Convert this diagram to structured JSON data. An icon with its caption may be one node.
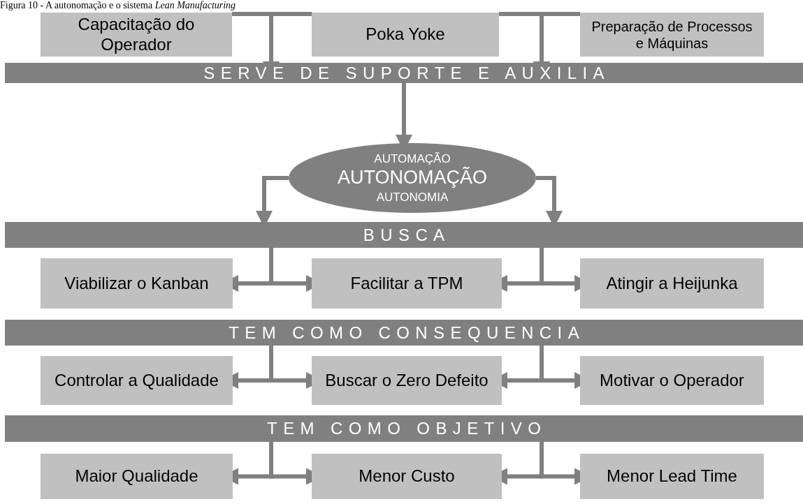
{
  "diagram": {
    "title": "Figura 10 - A autonomação e o sistema *Lean Manufacturing*",
    "nodes": [
      {
        "text": [
          "Capacitação do Operador"
        ]
      },
      {
        "text": [
          "Poka Yoke"
        ]
      },
      {
        "text": [
          "Preparação de Processos e Máquinas"
        ]
      },
      {
        "text": [
          "SERVE DE SUPORTE E AUXILIA"
        ]
      },
      {
        "text": [
          "AUTOMAÇÃO",
          "AUTONOMAÇÃO",
          "AUTONOMIA"
        ]
      },
      {
        "text": [
          "BUSCA"
        ]
      },
      {
        "text": [
          "Viabilizar o Kanban"
        ]
      },
      {
        "text": [
          "Facilitar a TPM"
        ]
      },
      {
        "text": [
          "Atingir a Heijunka"
        ]
      },
      {
        "text": [
          "TEM COMO CONSEQUENCIA"
        ]
      },
      {
        "text": [
          "Controlar a Qualidade"
        ]
      },
      {
        "text": [
          "Buscar o Zero Defeito"
        ]
      },
      {
        "text": [
          "Motivar o Operador"
        ]
      },
      {
        "text": [
          "TEM COMO OBJETIVO"
        ]
      },
      {
        "text": [
          "Maior Qualidade"
        ]
      },
      {
        "text": [
          "Menor Custo"
        ]
      },
      {
        "text": [
          "Menor Lead Time"
        ]
      }
    ],
    "edges": [
      {
        "from": 0,
        "to": 3,
        "arrow": "to"
      },
      {
        "from": 1,
        "to": 3,
        "arrow": "to"
      },
      {
        "from": 1,
        "to": 3,
        "arrow": "to"
      },
      {
        "from": 2,
        "to": 3,
        "arrow": "to"
      },
      {
        "from": 3,
        "to": 4,
        "arrow": "to"
      },
      {
        "from": 4,
        "to": 5,
        "arrow": "to"
      },
      {
        "from": 4,
        "to": 5,
        "arrow": "to"
      },
      {
        "from": 5,
        "to": 6,
        "arrow": "to"
      },
      {
        "from": 5,
        "to": 7,
        "arrow": "to"
      },
      {
        "from": 5,
        "to": 7,
        "arrow": "to"
      },
      {
        "from": 5,
        "to": 8,
        "arrow": "to"
      },
      {
        "from": 9,
        "to": 10,
        "arrow": "to"
      },
      {
        "from": 9,
        "to": 11,
        "arrow": "to"
      },
      {
        "from": 9,
        "to": 11,
        "arrow": "to"
      },
      {
        "from": 9,
        "to": 12,
        "arrow": "to"
      },
      {
        "from": 13,
        "to": 14,
        "arrow": "to"
      },
      {
        "from": 13,
        "to": 15,
        "arrow": "to"
      },
      {
        "from": 13,
        "to": 15,
        "arrow": "to"
      },
      {
        "from": 13,
        "to": 16,
        "arrow": "to"
      }
    ]
  }
}
